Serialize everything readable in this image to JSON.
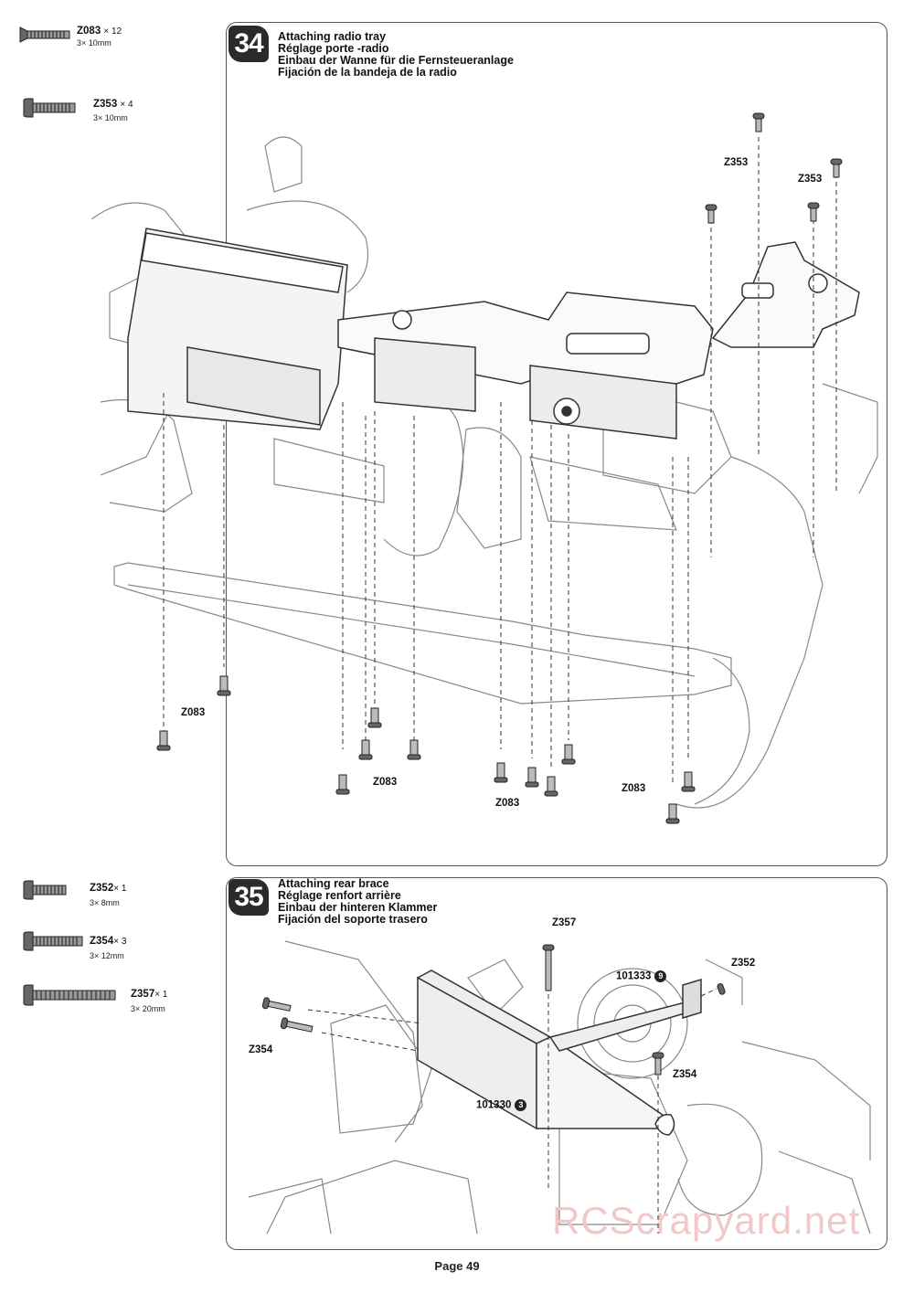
{
  "step34": {
    "number": "34",
    "titles": [
      "Attaching radio tray",
      "Réglage porte -radio",
      "Einbau der Wanne für die Fernsteueranlage",
      "Fijación de la bandeja de la radio"
    ],
    "parts": [
      {
        "code": "Z083",
        "qty": "× 12",
        "size": "3× 10mm"
      },
      {
        "code": "Z353",
        "qty": "× 4",
        "size": "3× 10mm"
      }
    ],
    "callouts": [
      "Z353",
      "Z353",
      "Z083",
      "Z083",
      "Z083",
      "Z083"
    ]
  },
  "step35": {
    "number": "35",
    "titles": [
      "Attaching rear brace",
      "Réglage renfort arrière",
      "Einbau der hinteren Klammer",
      "Fijación del soporte trasero"
    ],
    "parts": [
      {
        "code": "Z352",
        "qty": "× 1",
        "size": "3× 8mm"
      },
      {
        "code": "Z354",
        "qty": "× 3",
        "size": "3× 12mm"
      },
      {
        "code": "Z357",
        "qty": "× 1",
        "size": "3× 20mm"
      }
    ],
    "callouts": [
      "Z357",
      "Z352",
      "Z354",
      "Z354",
      "101333",
      "101330"
    ],
    "callout_numbers": [
      "9",
      "3"
    ]
  },
  "page_label": "Page 49",
  "watermark": "RCScrapyard.net",
  "colors": {
    "line": "#555555",
    "badge": "#2b2b2b",
    "watermark": "#f0c8c8"
  }
}
